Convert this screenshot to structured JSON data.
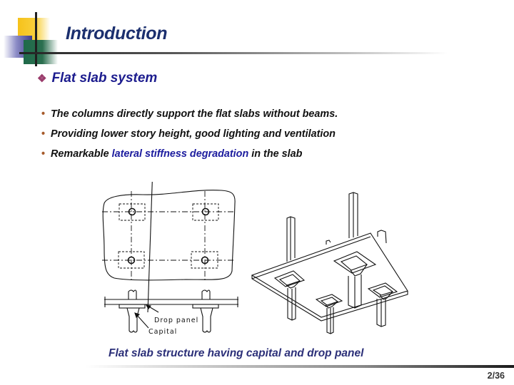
{
  "slide": {
    "title": "Introduction",
    "subheading": "Flat slab system",
    "subheading_icon": "diamond-bullet-icon",
    "bullets": [
      {
        "text": "The columns directly support the flat slabs without beams."
      },
      {
        "text": "Providing lower story height, good lighting and ventilation"
      },
      {
        "prefix": "Remarkable ",
        "highlight": "lateral stiffness degradation",
        "suffix": " in the slab"
      }
    ],
    "figure": {
      "label_drop_panel": "Drop panel",
      "label_capital": "Capital",
      "caption": "Flat slab structure having capital and drop panel"
    },
    "page_number": "2/36",
    "colors": {
      "title": "#1b2f6e",
      "subheading": "#1c1c8e",
      "highlight": "#1c1c9e",
      "caption": "#2b2f78",
      "bullet_dot": "#a65a2a"
    }
  }
}
